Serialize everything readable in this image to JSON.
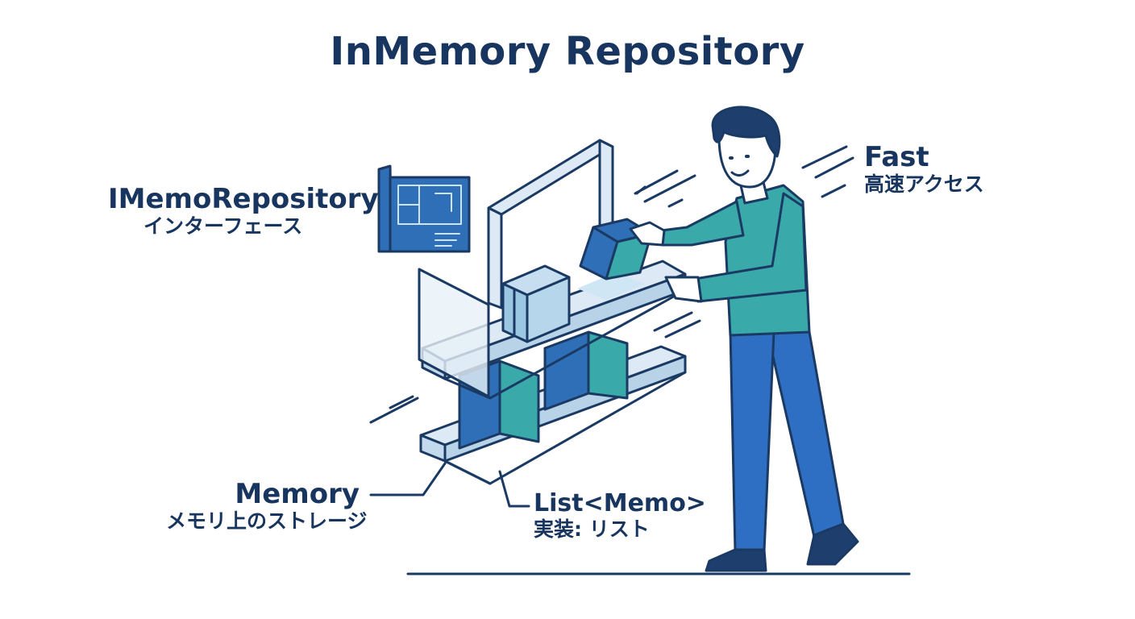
{
  "title": "InMemory Repository",
  "labels": {
    "interface": {
      "main": "IMemoRepository",
      "sub": "インターフェース"
    },
    "fast": {
      "main": "Fast",
      "sub": "高速アクセス"
    },
    "memory": {
      "main": "Memory",
      "sub": "メモリ上のストレージ"
    },
    "list": {
      "main": "List<Memo>",
      "sub": "実装: リスト"
    }
  },
  "colors": {
    "outline": "#1b3a63",
    "shelf": "#dde9f4",
    "glass": "#e8f1f8",
    "box_blue": "#2e6fb8",
    "box_teal": "#3aa9a9",
    "box_light": "#9cc7e3",
    "shirt": "#3aa9a9",
    "pants": "#2e6fc4",
    "skin": "#ffffff",
    "hair": "#1e3f6e"
  },
  "icons": [
    "blueprint-icon",
    "motion-lines-icon"
  ]
}
